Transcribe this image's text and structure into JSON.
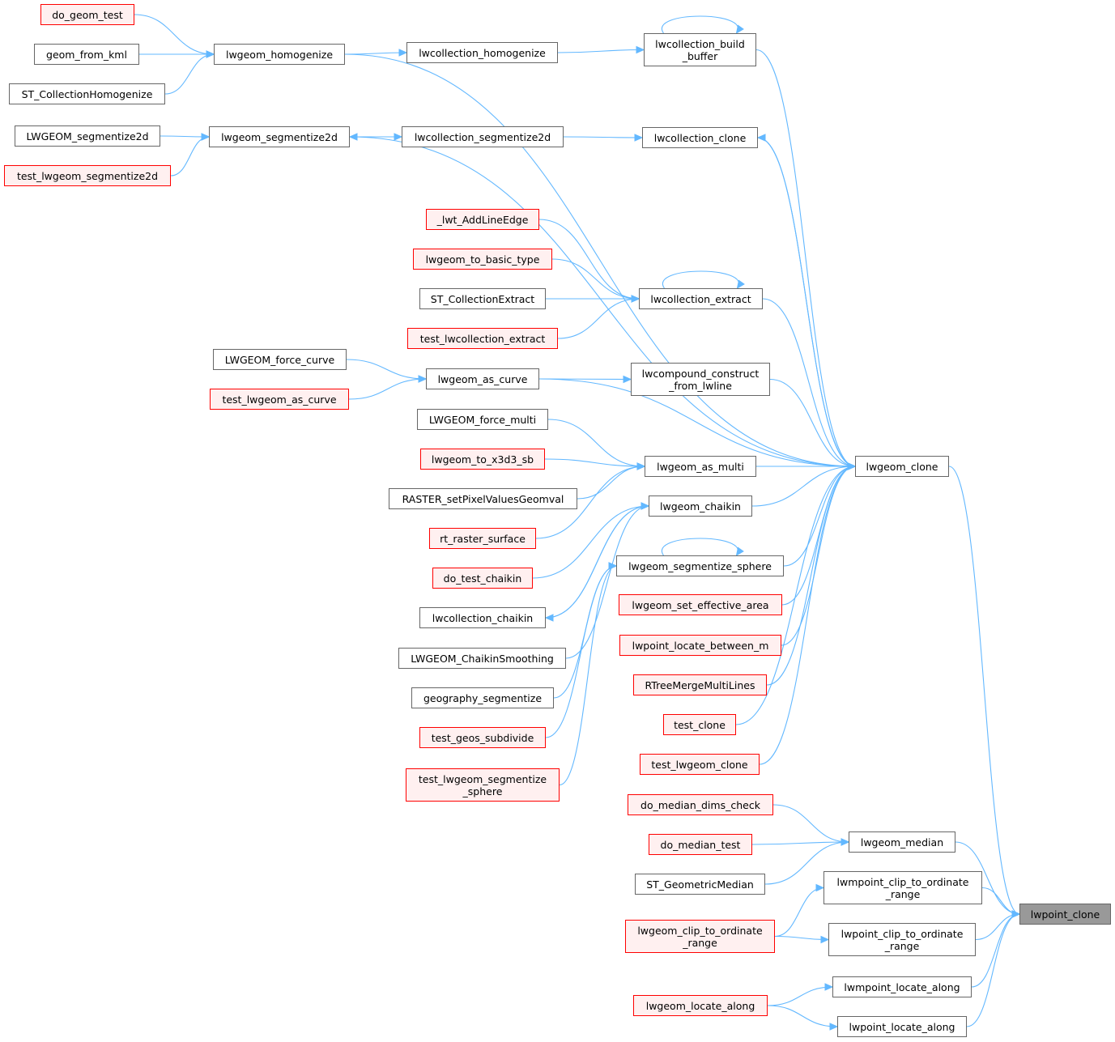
{
  "colors": {
    "edge": "#63b8ff",
    "node_border": "#666666",
    "red_border": "#ff0000",
    "red_fill": "#fff0f0",
    "target_fill": "#999999"
  },
  "nodes": {
    "do_geom_test": "do_geom_test",
    "geom_from_kml": "geom_from_kml",
    "ST_CollectionHomogenize": "ST_CollectionHomogenize",
    "lwgeom_homogenize": "lwgeom_homogenize",
    "lwcollection_homogenize": "lwcollection_homogenize",
    "lwcollection_build_buffer": "lwcollection_build\n_buffer",
    "LWGEOM_segmentize2d": "LWGEOM_segmentize2d",
    "test_lwgeom_segmentize2d": "test_lwgeom_segmentize2d",
    "lwgeom_segmentize2d": "lwgeom_segmentize2d",
    "lwcollection_segmentize2d": "lwcollection_segmentize2d",
    "lwcollection_clone": "lwcollection_clone",
    "_lwt_AddLineEdge": "_lwt_AddLineEdge",
    "lwgeom_to_basic_type": "lwgeom_to_basic_type",
    "ST_CollectionExtract": "ST_CollectionExtract",
    "test_lwcollection_extract": "test_lwcollection_extract",
    "lwcollection_extract": "lwcollection_extract",
    "LWGEOM_force_curve": "LWGEOM_force_curve",
    "test_lwgeom_as_curve": "test_lwgeom_as_curve",
    "lwgeom_as_curve": "lwgeom_as_curve",
    "lwcompound_construct_from_lwline": "lwcompound_construct\n_from_lwline",
    "LWGEOM_force_multi": "LWGEOM_force_multi",
    "lwgeom_to_x3d3_sb": "lwgeom_to_x3d3_sb",
    "RASTER_setPixelValuesGeomval": "RASTER_setPixelValuesGeomval",
    "lwgeom_as_multi": "lwgeom_as_multi",
    "rt_raster_surface": "rt_raster_surface",
    "lwgeom_chaikin": "lwgeom_chaikin",
    "do_test_chaikin": "do_test_chaikin",
    "lwcollection_chaikin": "lwcollection_chaikin",
    "LWGEOM_ChaikinSmoothing": "LWGEOM_ChaikinSmoothing",
    "lwgeom_segmentize_sphere": "lwgeom_segmentize_sphere",
    "geography_segmentize": "geography_segmentize",
    "test_geos_subdivide": "test_geos_subdivide",
    "test_lwgeom_segmentize_sphere": "test_lwgeom_segmentize\n_sphere",
    "lwgeom_set_effective_area": "lwgeom_set_effective_area",
    "lwpoint_locate_between_m": "lwpoint_locate_between_m",
    "RTreeMergeMultiLines": "RTreeMergeMultiLines",
    "test_clone": "test_clone",
    "test_lwgeom_clone": "test_lwgeom_clone",
    "lwgeom_clone": "lwgeom_clone",
    "do_median_dims_check": "do_median_dims_check",
    "do_median_test": "do_median_test",
    "ST_GeometricMedian": "ST_GeometricMedian",
    "lwgeom_median": "lwgeom_median",
    "lwmpoint_clip_to_ordinate_range": "lwmpoint_clip_to_ordinate\n_range",
    "lwgeom_clip_to_ordinate_range": "lwgeom_clip_to_ordinate\n_range",
    "lwpoint_clip_to_ordinate_range": "lwpoint_clip_to_ordinate\n_range",
    "lwmpoint_locate_along": "lwmpoint_locate_along",
    "lwgeom_locate_along": "lwgeom_locate_along",
    "lwpoint_locate_along": "lwpoint_locate_along",
    "lwpoint_clone": "lwpoint_clone"
  },
  "edges": [
    [
      "do_geom_test",
      "lwgeom_homogenize"
    ],
    [
      "geom_from_kml",
      "lwgeom_homogenize"
    ],
    [
      "ST_CollectionHomogenize",
      "lwgeom_homogenize"
    ],
    [
      "lwgeom_homogenize",
      "lwcollection_homogenize"
    ],
    [
      "lwgeom_homogenize",
      "lwgeom_clone"
    ],
    [
      "lwcollection_homogenize",
      "lwcollection_build_buffer"
    ],
    [
      "lwcollection_build_buffer",
      "lwcollection_build_buffer"
    ],
    [
      "lwcollection_build_buffer",
      "lwgeom_clone"
    ],
    [
      "LWGEOM_segmentize2d",
      "lwgeom_segmentize2d"
    ],
    [
      "test_lwgeom_segmentize2d",
      "lwgeom_segmentize2d"
    ],
    [
      "lwgeom_segmentize2d",
      "lwcollection_segmentize2d"
    ],
    [
      "lwcollection_segmentize2d",
      "lwgeom_segmentize2d"
    ],
    [
      "lwgeom_segmentize2d",
      "lwgeom_clone"
    ],
    [
      "lwcollection_segmentize2d",
      "lwcollection_clone"
    ],
    [
      "lwcollection_clone",
      "lwgeom_clone"
    ],
    [
      "lwgeom_clone",
      "lwcollection_clone"
    ],
    [
      "_lwt_AddLineEdge",
      "lwcollection_extract"
    ],
    [
      "lwgeom_to_basic_type",
      "lwcollection_extract"
    ],
    [
      "ST_CollectionExtract",
      "lwcollection_extract"
    ],
    [
      "test_lwcollection_extract",
      "lwcollection_extract"
    ],
    [
      "lwcollection_extract",
      "lwcollection_extract"
    ],
    [
      "lwcollection_extract",
      "lwgeom_clone"
    ],
    [
      "LWGEOM_force_curve",
      "lwgeom_as_curve"
    ],
    [
      "test_lwgeom_as_curve",
      "lwgeom_as_curve"
    ],
    [
      "lwgeom_as_curve",
      "lwcompound_construct_from_lwline"
    ],
    [
      "lwgeom_as_curve",
      "lwgeom_clone"
    ],
    [
      "lwcompound_construct_from_lwline",
      "lwgeom_clone"
    ],
    [
      "LWGEOM_force_multi",
      "lwgeom_as_multi"
    ],
    [
      "lwgeom_to_x3d3_sb",
      "lwgeom_as_multi"
    ],
    [
      "RASTER_setPixelValuesGeomval",
      "lwgeom_as_multi"
    ],
    [
      "rt_raster_surface",
      "lwgeom_as_multi"
    ],
    [
      "lwgeom_as_multi",
      "lwgeom_clone"
    ],
    [
      "do_test_chaikin",
      "lwgeom_chaikin"
    ],
    [
      "lwcollection_chaikin",
      "lwgeom_chaikin"
    ],
    [
      "LWGEOM_ChaikinSmoothing",
      "lwgeom_chaikin"
    ],
    [
      "lwgeom_chaikin",
      "lwcollection_chaikin"
    ],
    [
      "lwgeom_chaikin",
      "lwgeom_clone"
    ],
    [
      "geography_segmentize",
      "lwgeom_segmentize_sphere"
    ],
    [
      "test_geos_subdivide",
      "lwgeom_segmentize_sphere"
    ],
    [
      "test_lwgeom_segmentize_sphere",
      "lwgeom_segmentize_sphere"
    ],
    [
      "lwgeom_segmentize_sphere",
      "lwgeom_segmentize_sphere"
    ],
    [
      "lwgeom_segmentize_sphere",
      "lwgeom_clone"
    ],
    [
      "lwgeom_set_effective_area",
      "lwgeom_clone"
    ],
    [
      "lwpoint_locate_between_m",
      "lwgeom_clone"
    ],
    [
      "RTreeMergeMultiLines",
      "lwgeom_clone"
    ],
    [
      "test_clone",
      "lwgeom_clone"
    ],
    [
      "test_lwgeom_clone",
      "lwgeom_clone"
    ],
    [
      "lwgeom_clone",
      "lwpoint_clone"
    ],
    [
      "do_median_dims_check",
      "lwgeom_median"
    ],
    [
      "do_median_test",
      "lwgeom_median"
    ],
    [
      "ST_GeometricMedian",
      "lwgeom_median"
    ],
    [
      "lwgeom_median",
      "lwpoint_clone"
    ],
    [
      "lwmpoint_clip_to_ordinate_range",
      "lwpoint_clone"
    ],
    [
      "lwgeom_clip_to_ordinate_range",
      "lwmpoint_clip_to_ordinate_range"
    ],
    [
      "lwgeom_clip_to_ordinate_range",
      "lwpoint_clip_to_ordinate_range"
    ],
    [
      "lwpoint_clip_to_ordinate_range",
      "lwpoint_clone"
    ],
    [
      "lwmpoint_locate_along",
      "lwpoint_clone"
    ],
    [
      "lwgeom_locate_along",
      "lwmpoint_locate_along"
    ],
    [
      "lwgeom_locate_along",
      "lwpoint_locate_along"
    ],
    [
      "lwpoint_locate_along",
      "lwpoint_clone"
    ]
  ]
}
